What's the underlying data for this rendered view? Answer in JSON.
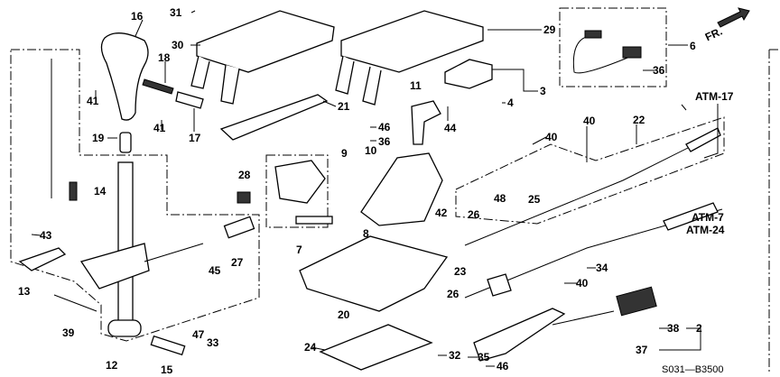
{
  "diagram": {
    "callouts": [
      "16",
      "31",
      "30",
      "18",
      "41",
      "41",
      "21",
      "19",
      "17",
      "29",
      "6",
      "36",
      "3",
      "4",
      "11",
      "44",
      "22",
      "40",
      "40",
      "46",
      "36",
      "9",
      "10",
      "28",
      "8",
      "7",
      "25",
      "48",
      "26",
      "42",
      "14",
      "43",
      "13",
      "45",
      "27",
      "39",
      "12",
      "15",
      "47",
      "33",
      "20",
      "24",
      "23",
      "26",
      "34",
      "40",
      "2",
      "38",
      "37",
      "32",
      "35",
      "46"
    ],
    "refs": [
      "ATM-17",
      "ATM-7",
      "ATM-24"
    ],
    "direction_label": "FR.",
    "drawing_code": "S031—B3500"
  }
}
